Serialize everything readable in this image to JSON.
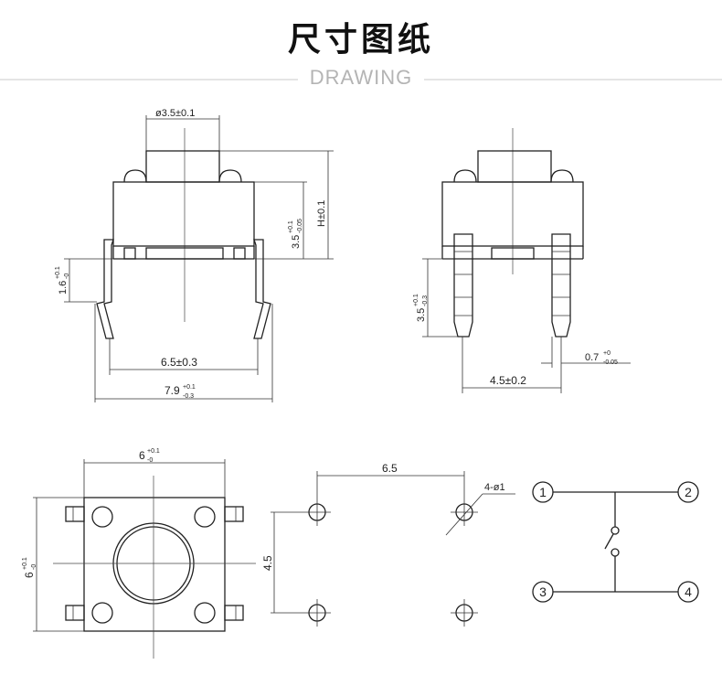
{
  "header": {
    "title": "尺寸图纸",
    "subtitle": "DRAWING"
  },
  "front_view": {
    "dim_cap_diameter": "ø3.5±0.1",
    "dim_body_height": "3.5",
    "dim_body_height_tol_upper": "+0.1",
    "dim_body_height_tol_lower": "-0.05",
    "dim_total_height": "H±0.1",
    "dim_pin_offset": "1.6",
    "dim_pin_offset_tol_upper": "+0.1",
    "dim_pin_offset_tol_lower": "-0",
    "dim_inner_pitch": "6.5±0.3",
    "dim_outer_width": "7.9",
    "dim_outer_width_tol_upper": "+0.1",
    "dim_outer_width_tol_lower": "-0.3"
  },
  "side_view": {
    "dim_pin_length": "3.5",
    "dim_pin_length_tol_upper": "+0.1",
    "dim_pin_length_tol_lower": "-0.3",
    "dim_pin_thickness": "0.7",
    "dim_pin_thickness_tol_upper": "+0",
    "dim_pin_thickness_tol_lower": "-0.05",
    "dim_pin_pitch": "4.5±0.2"
  },
  "top_view": {
    "dim_width": "6",
    "dim_width_tol_upper": "+0.1",
    "dim_width_tol_lower": "-0",
    "dim_height": "6",
    "dim_height_tol_upper": "+0.1",
    "dim_height_tol_lower": "-0"
  },
  "pcb_layout": {
    "dim_horizontal": "6.5",
    "dim_vertical": "4.5",
    "hole_note": "4-ø1"
  },
  "schematic": {
    "pins": [
      "1",
      "2",
      "3",
      "4"
    ]
  }
}
